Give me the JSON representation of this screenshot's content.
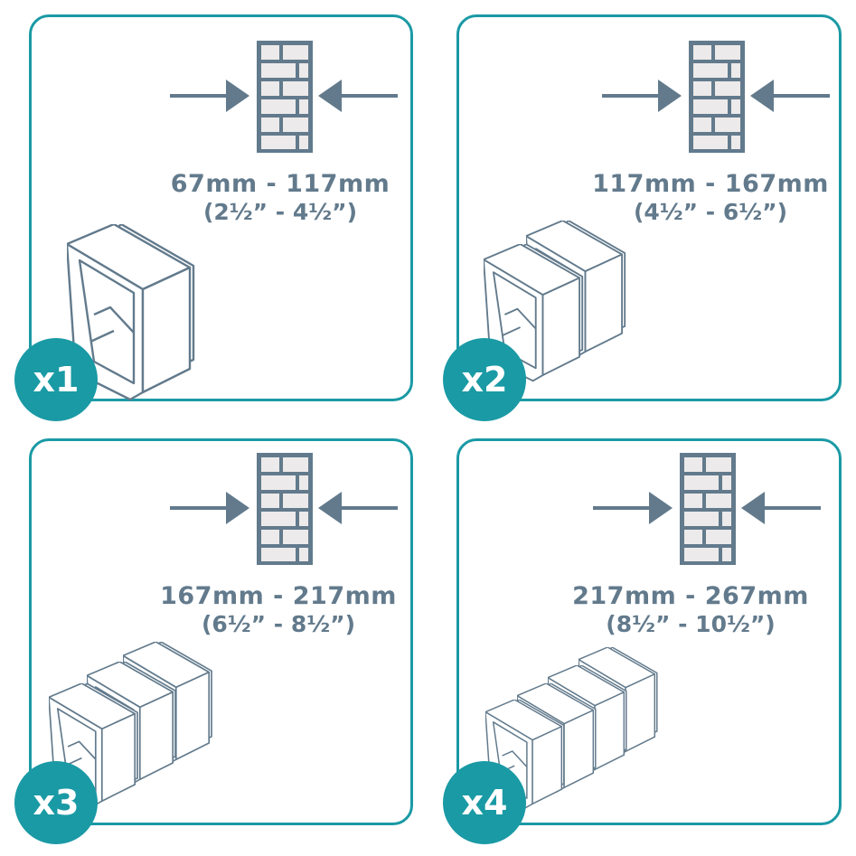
{
  "colors": {
    "accent": "#1a9aa5",
    "icon": "#627a8c",
    "brick_fill": "#eceaea",
    "line": "#627a8c"
  },
  "icons": {
    "wall": "brick-wall-icon",
    "arrow_left": "arrow-right-icon",
    "arrow_right": "arrow-left-icon",
    "sleeve": "airbrick-sleeve-icon"
  },
  "panels": [
    {
      "quantity": "x1",
      "range_mm": "67mm - 117mm",
      "range_inch": "(2½” - 4½”)",
      "sleeves": 1
    },
    {
      "quantity": "x2",
      "range_mm": "117mm - 167mm",
      "range_inch": "(4½” - 6½”)",
      "sleeves": 2
    },
    {
      "quantity": "x3",
      "range_mm": "167mm - 217mm",
      "range_inch": "(6½” - 8½”)",
      "sleeves": 3
    },
    {
      "quantity": "x4",
      "range_mm": "217mm - 267mm",
      "range_inch": "(8½” - 10½”)",
      "sleeves": 4
    }
  ]
}
